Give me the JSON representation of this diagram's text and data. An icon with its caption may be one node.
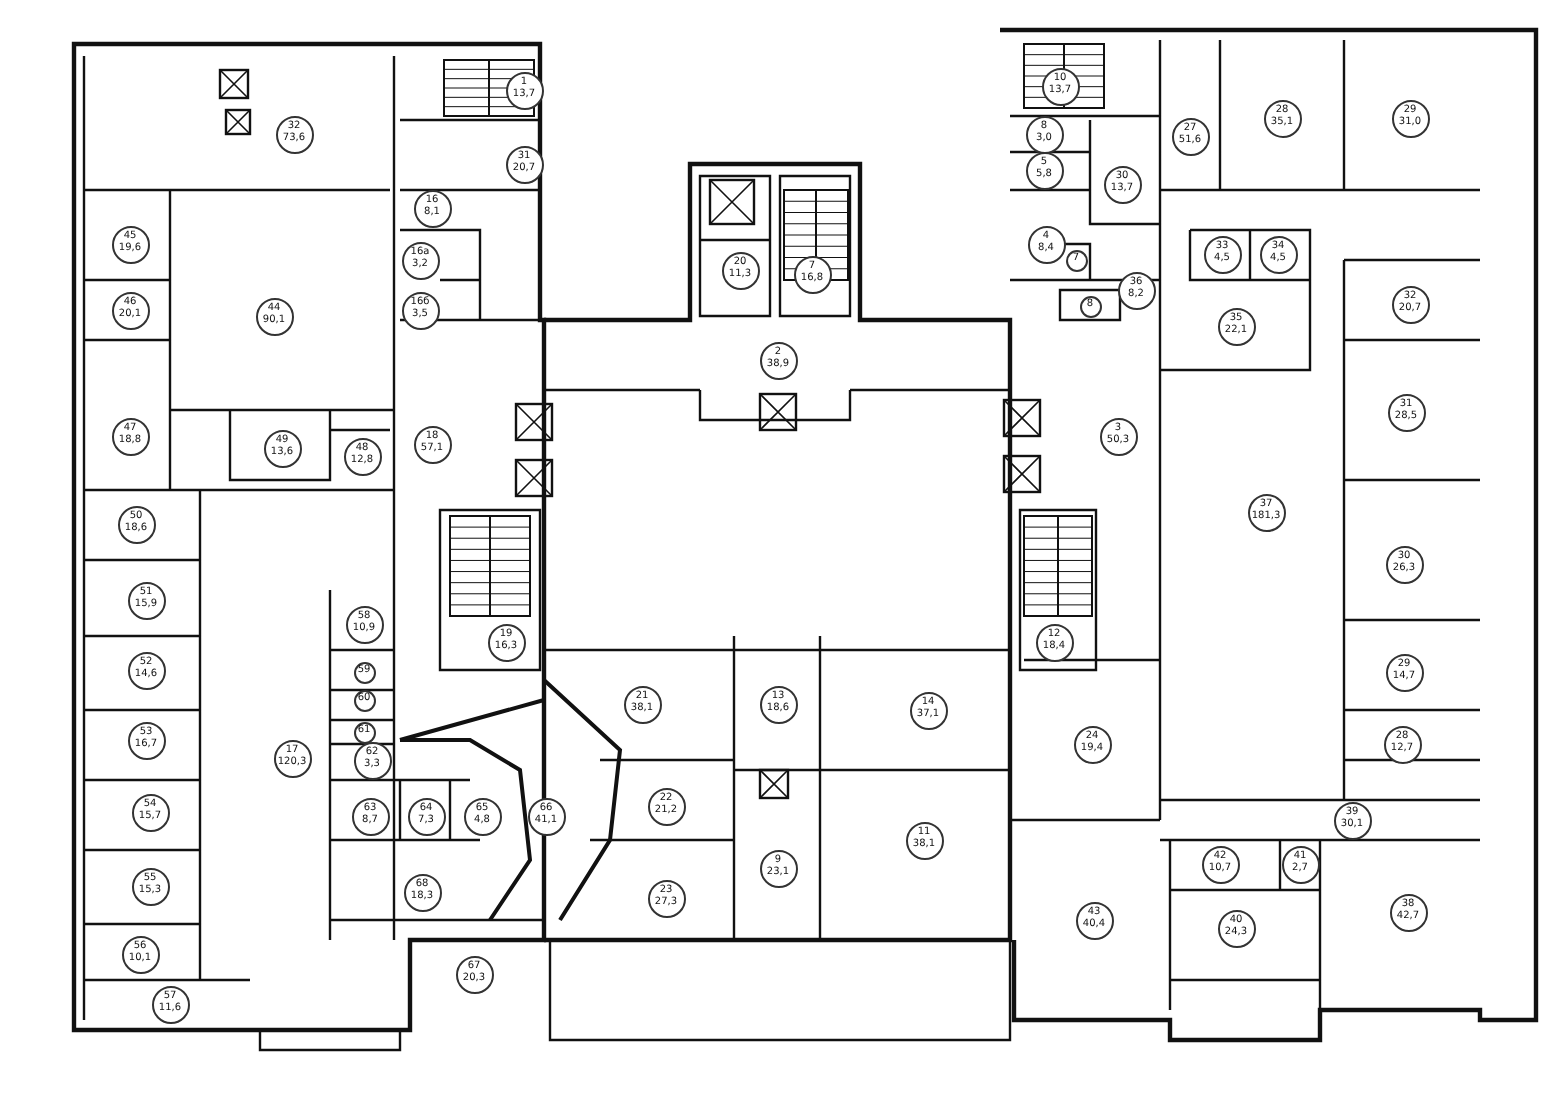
{
  "diagram": {
    "labels": [
      "32 73,6",
      "1 13,7",
      "31 20,7",
      "16 8,1",
      "45 19,6",
      "16а 3,2",
      "46 20,1",
      "44 90,1",
      "16б 3,5",
      "47 18,8",
      "49 13,6",
      "48 12,8",
      "18 57,1",
      "50 18,6",
      "51 15,9",
      "58 10,9",
      "19 16,3",
      "52 14,6",
      "59",
      "60",
      "61",
      "53 16,7",
      "17 120,3",
      "62 3,3",
      "54 15,7",
      "63 8,7",
      "64 7,3",
      "65 4,8",
      "66 41,1",
      "55 15,3",
      "68 18,3",
      "56 10,1",
      "67 20,3",
      "57 11,6",
      "20 11,3",
      "7 16,8",
      "2 38,9",
      "21 38,1",
      "13 18,6",
      "14 37,1",
      "22 21,2",
      "9 23,1",
      "11 38,1",
      "23 27,3",
      "10 13,7",
      "8 3,0",
      "5 5,8",
      "30 13,7",
      "4 8,4",
      "7",
      "36 8,2",
      "8",
      "27 51,6",
      "28 35,1",
      "29 31,0",
      "33 4,5",
      "34 4,5",
      "35 22,1",
      "3 50,3",
      "37 181,3",
      "32 20,7",
      "31 28,5",
      "30 26,3",
      "29 14,7",
      "28 12,7",
      "12 18,4",
      "24 19,4",
      "39 30,1",
      "42 10,7",
      "41 2,7",
      "43 40,4",
      "40 24,3",
      "38 42,7"
    ]
  }
}
